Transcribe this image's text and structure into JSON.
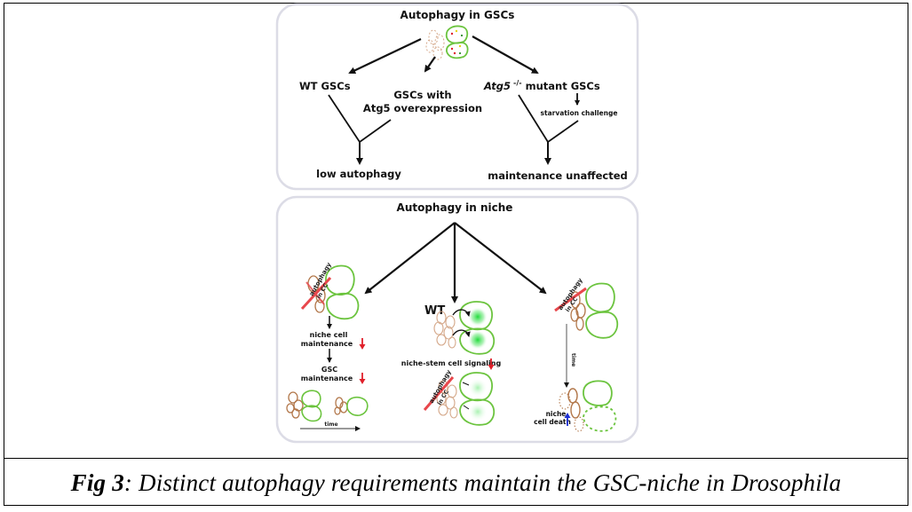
{
  "caption": {
    "label": "Fig 3",
    "separator": ":",
    "text": " Distinct autophagy requirements maintain the GSC-niche in Drosophila"
  },
  "panel_gsc": {
    "title": "Autophagy in GSCs",
    "branches": {
      "wt": "WT GSCs",
      "overexpression_line1": "GSCs with",
      "overexpression_line2": "Atg5 overexpression",
      "mutant_gene": "Atg5",
      "mutant_superscript": "-/-",
      "mutant_rest": " mutant GSCs",
      "starvation": "starvation challenge"
    },
    "outcomes": {
      "left": "low autophagy",
      "right": "maintenance unaffected"
    }
  },
  "panel_niche": {
    "title": "Autophagy in niche",
    "left": {
      "blocked_label_line1": "autophagy",
      "blocked_label_line2": "in CC",
      "step1_line1": "niche cell",
      "step1_line2": "maintenance",
      "step2_line1": "GSC",
      "step2_line2": "maintenance",
      "timeline": "time"
    },
    "center": {
      "wt_label": "WT",
      "signaling": "niche-stem cell signaling",
      "blocked_label_line1": "autophagy",
      "blocked_label_line2": "in CC"
    },
    "right": {
      "blocked_label_line1": "autophagy",
      "blocked_label_line2": "in CC",
      "timeline": "time",
      "death_line1": "niche",
      "death_line2": "cell death"
    }
  },
  "colors": {
    "gsc_outline": "#6cc43f",
    "niche_cell": "#b2774a",
    "niche_cell_light": "#d5a98b",
    "decrease_arrow": "#e0202a",
    "increase_arrow": "#1c2fd6",
    "block_cross": "#e8474c",
    "panel_border": "#dcdce6",
    "gfp_glow": "#1fdc3a"
  }
}
